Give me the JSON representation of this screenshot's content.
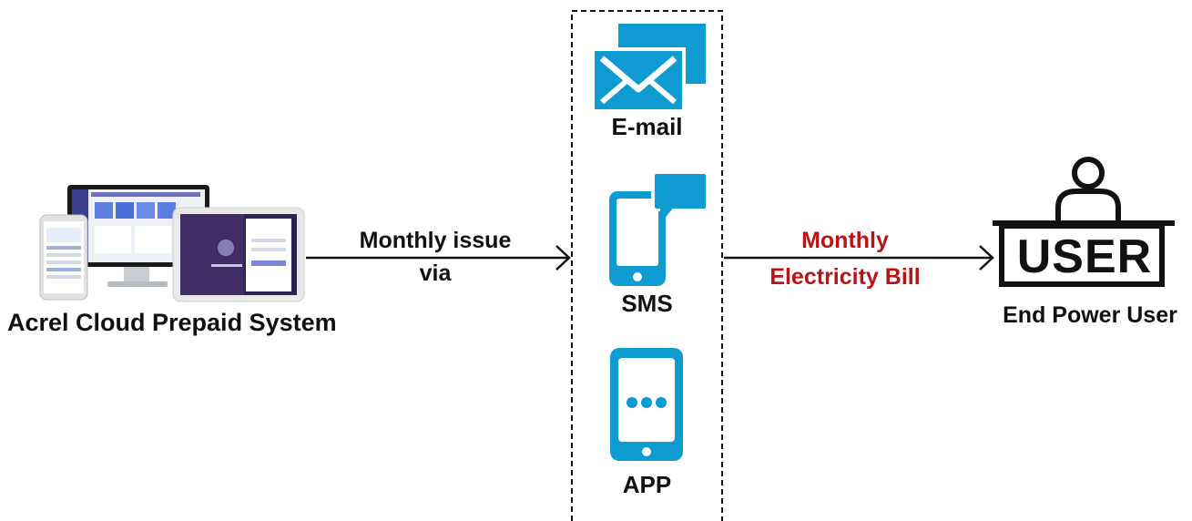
{
  "source": {
    "label": "Acrel Cloud Prepaid System"
  },
  "flow_left": {
    "line1": "Monthly issue",
    "line2": "via"
  },
  "channels": [
    {
      "label": "E-mail",
      "icon": "email-icon"
    },
    {
      "label": "SMS",
      "icon": "sms-phone-icon"
    },
    {
      "label": "APP",
      "icon": "app-phone-icon"
    }
  ],
  "flow_right": {
    "line1": "Monthly",
    "line2": "Electricity Bill"
  },
  "target": {
    "badge": "USER",
    "label": "End Power User",
    "icon": "user-at-desk-icon"
  },
  "colors": {
    "accent_blue": "#0d9bd1",
    "bill_red": "#b81414",
    "text": "#111111"
  }
}
